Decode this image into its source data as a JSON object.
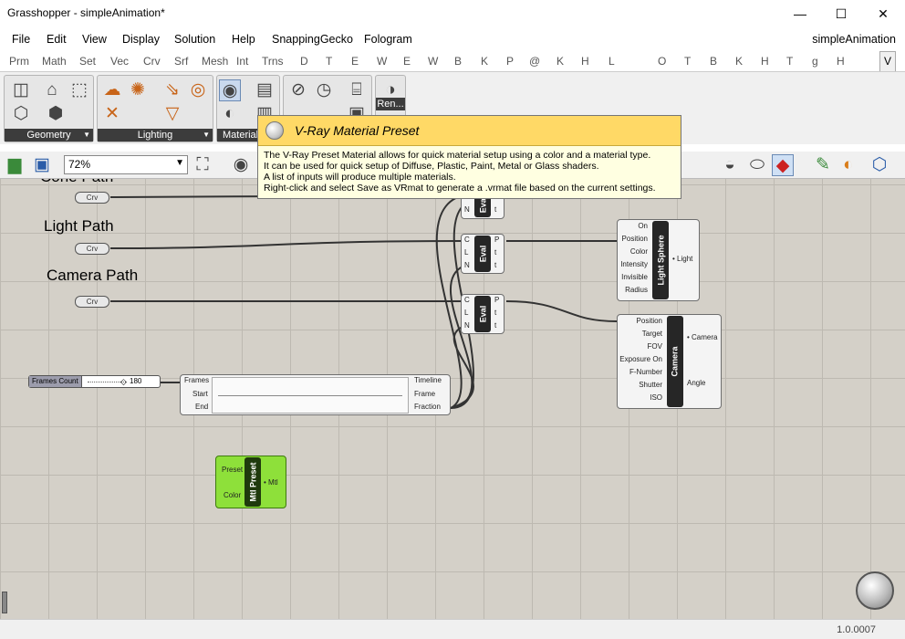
{
  "window": {
    "title": "Grasshopper - simpleAnimation*",
    "min": "—",
    "max": "☐",
    "close": "✕"
  },
  "menu": {
    "items": [
      "File",
      "Edit",
      "View",
      "Display",
      "Solution",
      "Help",
      "SnappingGecko",
      "Fologram"
    ],
    "document": "simpleAnimation"
  },
  "tabs": {
    "items": [
      "Prm",
      "Math",
      "Set",
      "Vec",
      "Crv",
      "Srf",
      "Mesh",
      "Int",
      "Trns",
      "D",
      "T",
      "E",
      "W",
      "E",
      "W",
      "B",
      "K",
      "P",
      "@",
      "K",
      "H",
      "L",
      "O",
      "T",
      "B",
      "K",
      "H",
      "T",
      "g",
      "H"
    ],
    "active": "V"
  },
  "ribbon": {
    "geometry": "Geometry",
    "lighting": "Lighting",
    "material": "Material",
    "render": "Ren..."
  },
  "toolbar": {
    "zoom": "72%"
  },
  "tooltip": {
    "title": "V-Ray Material Preset",
    "lines": [
      "The V-Ray Preset Material allows for quick material setup using a color and a material type.",
      "It can be used for quick setup of Diffuse, Plastic, Paint, Metal or Glass shaders.",
      "A list of inputs will produce multiple materials.",
      "Right-click and select Save as VRmat to generate a .vrmat file based on the current settings."
    ]
  },
  "canvas": {
    "labels": {
      "cone": "Cone Path",
      "light": "Light Path",
      "camera": "Camera Path"
    },
    "crv": "Crv",
    "slider": {
      "name": "Frames Count",
      "value": "180"
    },
    "timeline": {
      "inputs": [
        "Frames",
        "Start",
        "End"
      ],
      "outputs": [
        "Timeline",
        "Frame",
        "Fraction"
      ]
    },
    "eval": {
      "name": "Eval",
      "inputs": [
        "C",
        "L",
        "N"
      ],
      "outputs": [
        "P",
        "t",
        "t"
      ]
    },
    "light_sphere": {
      "name": "Light Sphere",
      "inputs": [
        "On",
        "Position",
        "Color",
        "Intensity",
        "Invisible",
        "Radius"
      ],
      "output": "Light"
    },
    "camera": {
      "name": "Camera",
      "inputs": [
        "Position",
        "Target",
        "FOV",
        "Exposure On",
        "F-Number",
        "Shutter",
        "ISO"
      ],
      "outputs": [
        "Camera",
        "Angle"
      ]
    },
    "mtl_preset": {
      "name": "Mtl Preset",
      "inputs": [
        "Preset",
        "Color"
      ],
      "output": "Mtl"
    }
  },
  "status": {
    "version": "1.0.0007"
  }
}
